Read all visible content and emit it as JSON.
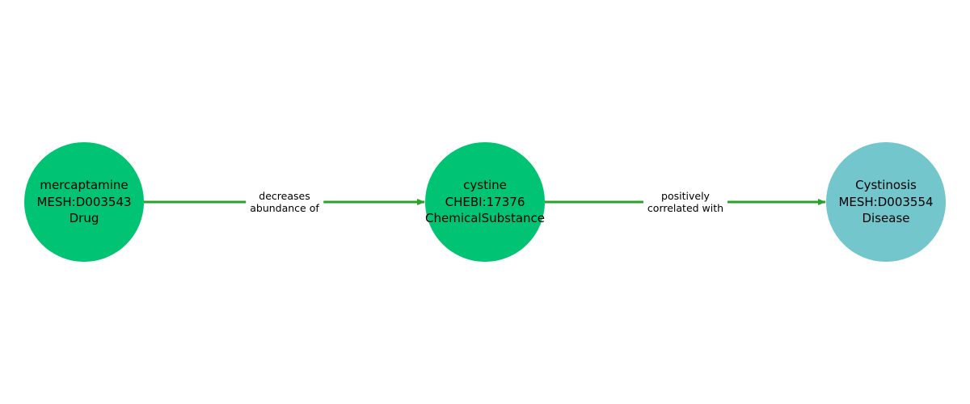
{
  "nodes": [
    {
      "id": "n1",
      "name": "mercaptamine",
      "identifier": "MESH:D003543",
      "category": "Drug",
      "color": "#00c373"
    },
    {
      "id": "n2",
      "name": "cystine",
      "identifier": "CHEBI:17376",
      "category": "ChemicalSubstance",
      "color": "#00c373"
    },
    {
      "id": "n3",
      "name": "Cystinosis",
      "identifier": "MESH:D003554",
      "category": "Disease",
      "color": "#72c6cc"
    }
  ],
  "edges": [
    {
      "from": "n1",
      "to": "n2",
      "label_line1": "decreases",
      "label_line2": "abundance of",
      "color": "#2ca02c"
    },
    {
      "from": "n2",
      "to": "n3",
      "label_line1": "positively",
      "label_line2": "correlated with",
      "color": "#2ca02c"
    }
  ]
}
